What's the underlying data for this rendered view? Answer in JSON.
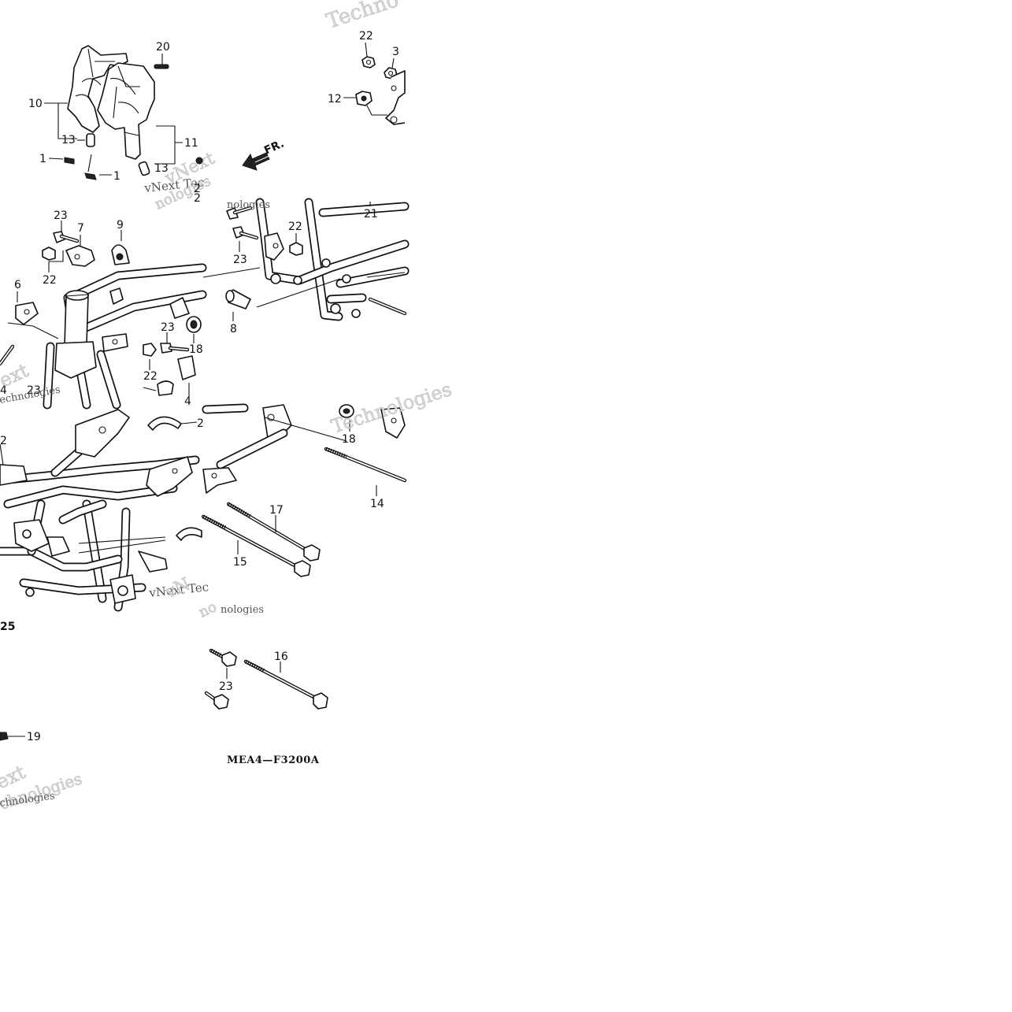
{
  "diagram": {
    "code": "MEA4—F3200A",
    "direction_label": "FR.",
    "watermarks": [
      "Techno",
      "vNext Tec",
      "nologies",
      "vNext",
      "ext",
      "echnologies",
      "Technologies",
      "nologies",
      "vNext Tec",
      "nologies",
      "ext",
      "chnologies"
    ],
    "callouts": [
      {
        "id": "c1",
        "text": "20"
      },
      {
        "id": "c2",
        "text": "10"
      },
      {
        "id": "c3",
        "text": "13"
      },
      {
        "id": "c4",
        "text": "11"
      },
      {
        "id": "c5",
        "text": "1"
      },
      {
        "id": "c6",
        "text": "1"
      },
      {
        "id": "c7",
        "text": "13"
      },
      {
        "id": "c8",
        "text": "22"
      },
      {
        "id": "c9",
        "text": "3"
      },
      {
        "id": "c10",
        "text": "12"
      },
      {
        "id": "c11",
        "text": "23"
      },
      {
        "id": "c12",
        "text": "7"
      },
      {
        "id": "c13",
        "text": "9"
      },
      {
        "id": "c14",
        "text": "22"
      },
      {
        "id": "c15",
        "text": "6"
      },
      {
        "id": "c16",
        "text": "23"
      },
      {
        "id": "c17",
        "text": "18"
      },
      {
        "id": "c18",
        "text": "22"
      },
      {
        "id": "c19",
        "text": "4"
      },
      {
        "id": "c20",
        "text": "23"
      },
      {
        "id": "c21",
        "text": "4"
      },
      {
        "id": "c22",
        "text": "21"
      },
      {
        "id": "c23",
        "text": "22"
      },
      {
        "id": "c24",
        "text": "23"
      },
      {
        "id": "c25",
        "text": "8"
      },
      {
        "id": "c26",
        "text": "2"
      },
      {
        "id": "c27",
        "text": "18"
      },
      {
        "id": "c28",
        "text": "14"
      },
      {
        "id": "c29",
        "text": "17"
      },
      {
        "id": "c30",
        "text": "15"
      },
      {
        "id": "c31",
        "text": "25"
      },
      {
        "id": "c32",
        "text": "16"
      },
      {
        "id": "c33",
        "text": "23"
      },
      {
        "id": "c34",
        "text": "19"
      },
      {
        "id": "c35",
        "text": "2"
      },
      {
        "id": "c36",
        "text": "2"
      }
    ]
  }
}
